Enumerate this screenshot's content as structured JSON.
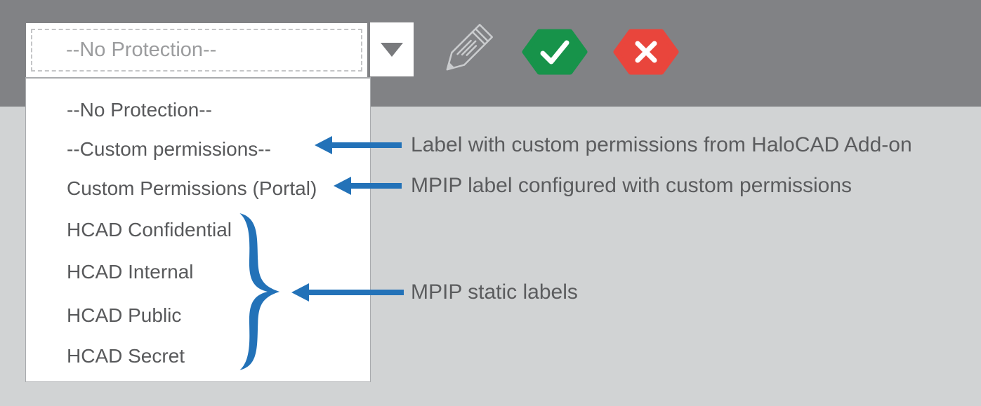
{
  "colors": {
    "topbar_gray": "#818285",
    "background_gray": "#d1d3d4",
    "accent_blue": "#2372b8",
    "confirm_green": "#17934a",
    "cancel_red": "#e9453c",
    "item_text_gray": "#58595b",
    "placeholder_gray": "#9b9c9e"
  },
  "toolbar": {
    "protection_select": {
      "value": "--No Protection--"
    },
    "icons": [
      "dropdown-arrow",
      "pencil-edit",
      "confirm-check",
      "cancel-x"
    ]
  },
  "dropdown_list": {
    "items": [
      "--No Protection--",
      "--Custom permissions--",
      "Custom Permissions (Portal)",
      "HCAD Confidential",
      "HCAD Internal",
      "HCAD Public",
      "HCAD Secret"
    ]
  },
  "annotations": [
    "Label with custom permissions from HaloCAD Add-on",
    "MPIP label configured with custom permissions",
    "MPIP static labels"
  ]
}
